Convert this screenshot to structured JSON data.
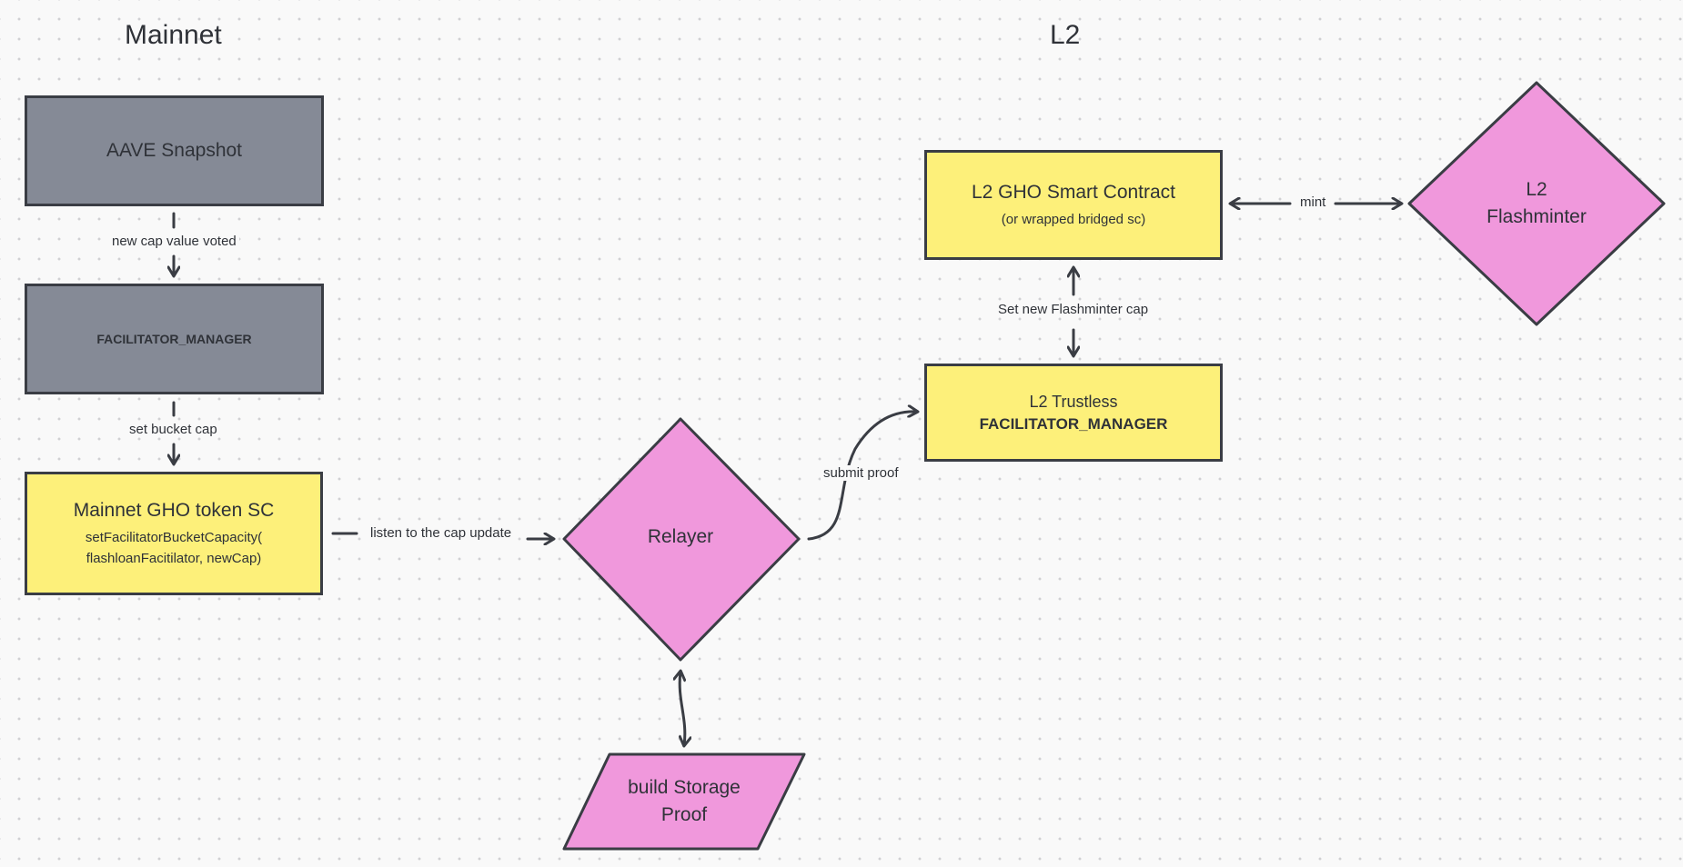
{
  "headings": {
    "mainnet": "Mainnet",
    "l2": "L2"
  },
  "nodes": {
    "aave_snapshot": {
      "label": "AAVE Snapshot"
    },
    "facilitator_manager": {
      "label": "FACILITATOR_MANAGER"
    },
    "mainnet_gho": {
      "title": "Mainnet GHO token SC",
      "detail_line1": "setFacilitatorBucketCapacity(",
      "detail_line2": "flashloanFacitilator, newCap)"
    },
    "relayer": {
      "label": "Relayer"
    },
    "storage_proof": {
      "line1": "build Storage",
      "line2": "Proof"
    },
    "l2_gho": {
      "title": "L2 GHO Smart Contract",
      "detail": "(or wrapped bridged sc)"
    },
    "l2_trustless": {
      "line1": "L2 Trustless",
      "line2": "FACILITATOR_MANAGER"
    },
    "l2_flashminter": {
      "line1": "L2",
      "line2": "Flashminter"
    }
  },
  "edges": {
    "new_cap_value_voted": "new cap value voted",
    "set_bucket_cap": "set bucket cap",
    "listen_cap_update": "listen to the cap update",
    "submit_proof": "submit proof",
    "set_flashminter_cap": "Set new Flashminter cap",
    "mint": "mint"
  },
  "colors": {
    "gray_fill": "#858a96",
    "yellow_fill": "#fdf07a",
    "pink_fill": "#f098dc",
    "stroke": "#3a3d44",
    "background": "#f9f9f9"
  }
}
